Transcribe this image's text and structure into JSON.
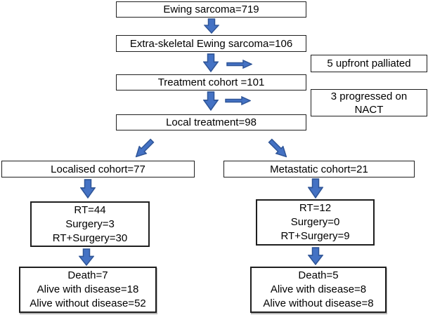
{
  "colors": {
    "arrow_fill": "#4472C4",
    "arrow_border": "#2F5597",
    "box_border": "#1F1F1F",
    "background": "#FFFFFF",
    "text": "#000000"
  },
  "flowchart": {
    "main": {
      "ewing": "Ewing sarcoma=719",
      "extra_skeletal": "Extra-skeletal Ewing sarcoma=106",
      "treatment_cohort": "Treatment cohort =101",
      "local_treatment": "Local treatment=98"
    },
    "exclusions": {
      "upfront_palliated": "5 upfront palliated",
      "progressed_nact": [
        "3 progressed on",
        "NACT"
      ]
    },
    "localised": {
      "cohort": "Localised cohort=77",
      "treatment": [
        "RT=44",
        "Surgery=3",
        "RT+Surgery=30"
      ],
      "outcome": [
        "Death=7",
        "Alive with disease=18",
        "Alive without disease=52"
      ]
    },
    "metastatic": {
      "cohort": "Metastatic cohort=21",
      "treatment": [
        "RT=12",
        "Surgery=0",
        "RT+Surgery=9"
      ],
      "outcome": [
        "Death=5",
        "Alive with disease=8",
        "Alive without disease=8"
      ]
    }
  }
}
